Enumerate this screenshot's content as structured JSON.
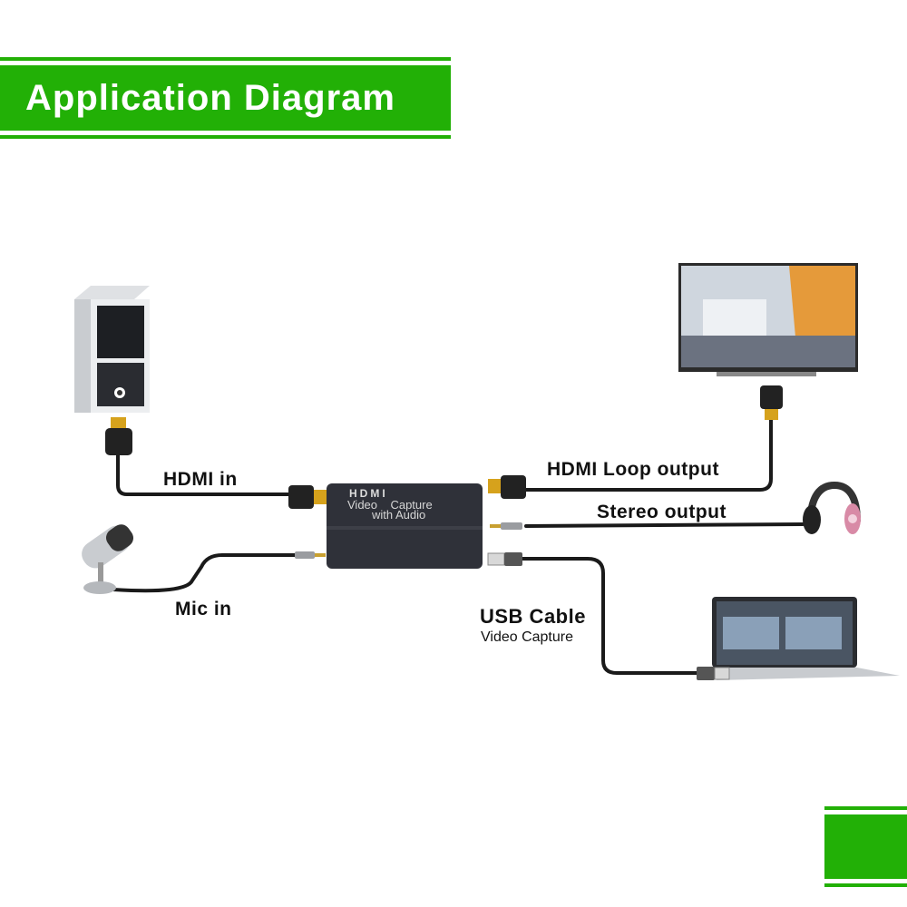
{
  "header": {
    "title": "Application Diagram"
  },
  "device": {
    "brand": "HDMI",
    "line1": "Video    Capture",
    "line2": "with Audio"
  },
  "labels": {
    "hdmi_in": "HDMI in",
    "hdmi_loop": "HDMI Loop output",
    "stereo": "Stereo output",
    "mic_in": "Mic in",
    "usb_cable": "USB Cable",
    "usb_sub": "Video Capture"
  },
  "colors": {
    "accent": "#22b006",
    "device": "#2f3139",
    "cable": "#1a1a1a"
  }
}
